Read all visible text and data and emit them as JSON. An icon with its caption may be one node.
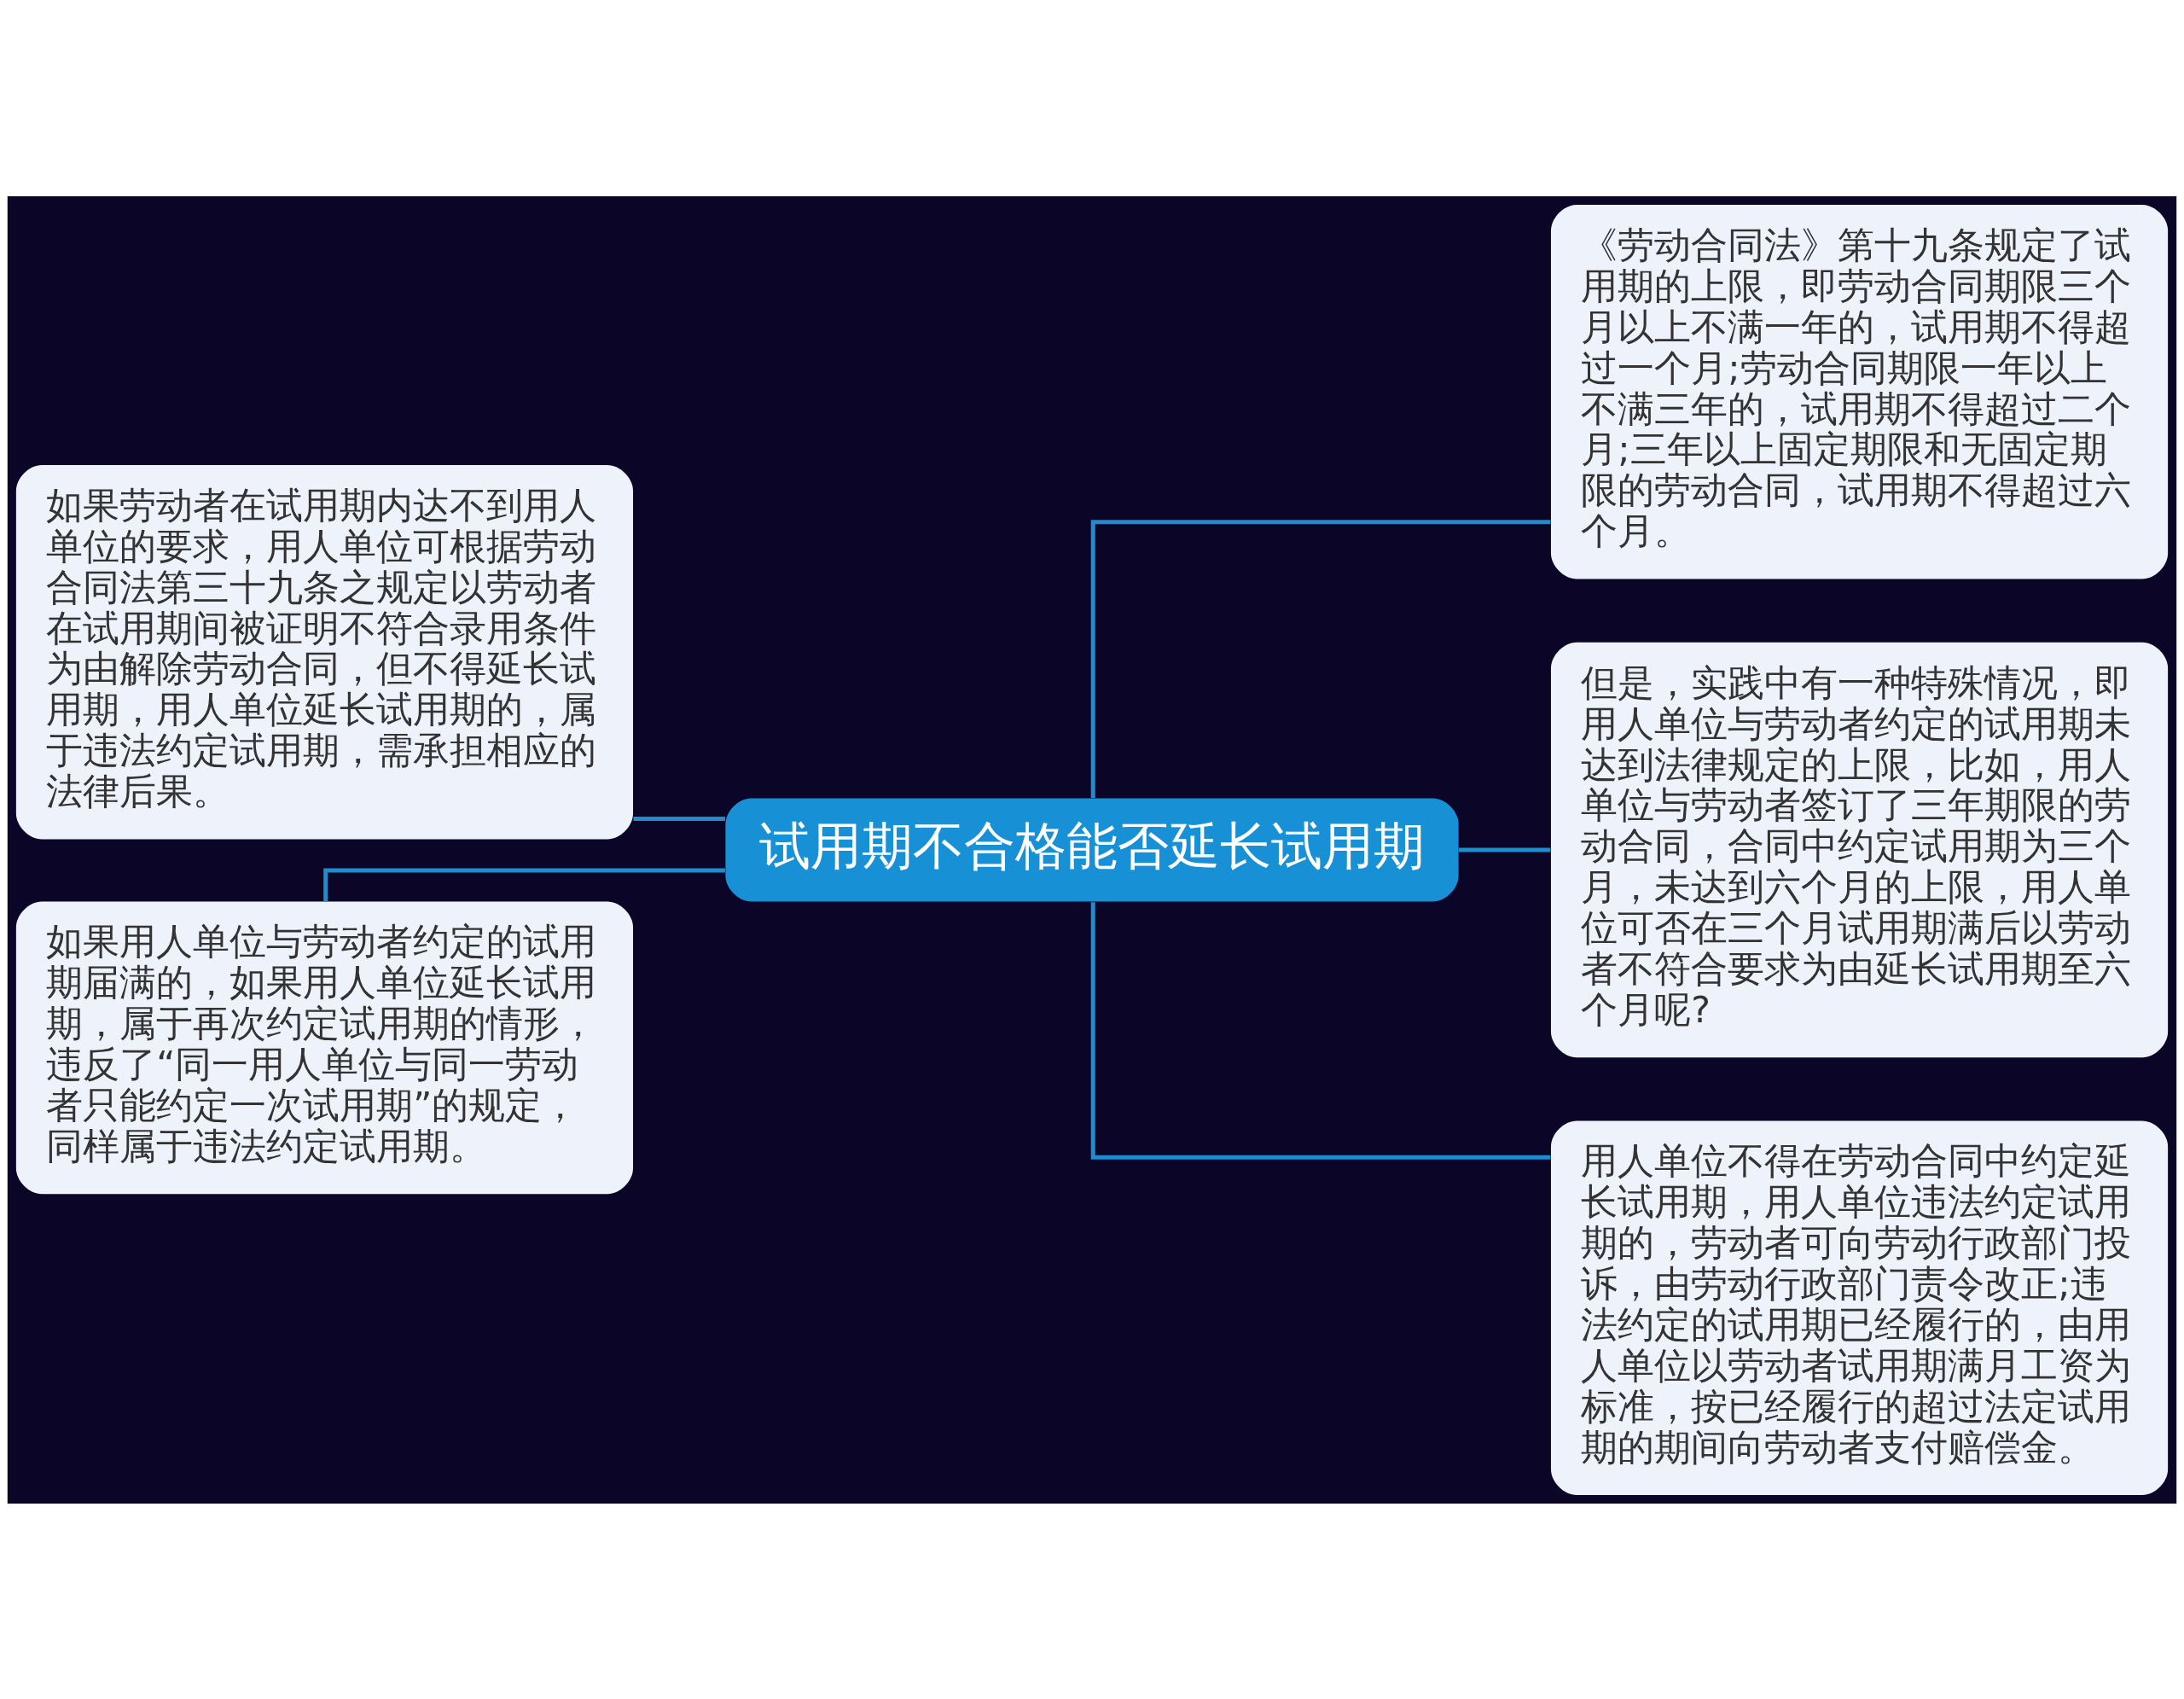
{
  "diagram": {
    "nodes": [
      {
        "text": [
          "试用期不合格能否延长试用期"
        ]
      },
      {
        "text": [
          "如果劳动者在试用期内达不到用人单位的要求，用人单位可根据劳动合同法第三十九条之规定以劳动者在试用期间被证明不符合录用条件为由解除劳动合同，但不得延长试用期，用人单位延长试用期的，属于违法约定试用期，需承担相应的法律后果。"
        ]
      },
      {
        "text": [
          "如果用人单位与劳动者约定的试用期届满的，如果用人单位延长试用期，属于再次约定试用期的情形，违反了“同一用人单位与同一劳动者只能约定一次试用期”的规定，同样属于违法约定试用期。"
        ]
      },
      {
        "text": [
          "《劳动合同法》第十九条规定了试用期的上限，即劳动合同期限三个月以上不满一年的，试用期不得超过一个月;劳动合同期限一年以上不满三年的，试用期不得超过二个月;三年以上固定期限和无固定期限的劳动合同，试用期不得超过六个月。"
        ]
      },
      {
        "text": [
          "但是，实践中有一种特殊情况，即用人单位与劳动者约定的试用期未达到法律规定的上限，比如，用人单位与劳动者签订了三年期限的劳动合同，合同中约定试用期为三个月，未达到六个月的上限，用人单位可否在三个月试用期满后以劳动者不符合要求为由延长试用期至六个月呢?"
        ]
      },
      {
        "text": [
          "用人单位不得在劳动合同中约定延长试用期，用人单位违法约定试用期的，劳动者可向劳动行政部门投诉，由劳动行政部门责令改正;违法约定的试用期已经履行的，由用人单位以劳动者试用期满月工资为标准，按已经履行的超过法定试用期的期间向劳动者支付赔偿金。"
        ]
      }
    ],
    "edges": [
      {
        "from": 0,
        "to": 1,
        "arrow": "none"
      },
      {
        "from": 0,
        "to": 2,
        "arrow": "none"
      },
      {
        "from": 0,
        "to": 3,
        "arrow": "none"
      },
      {
        "from": 0,
        "to": 4,
        "arrow": "none"
      },
      {
        "from": 0,
        "to": 5,
        "arrow": "none"
      }
    ]
  }
}
